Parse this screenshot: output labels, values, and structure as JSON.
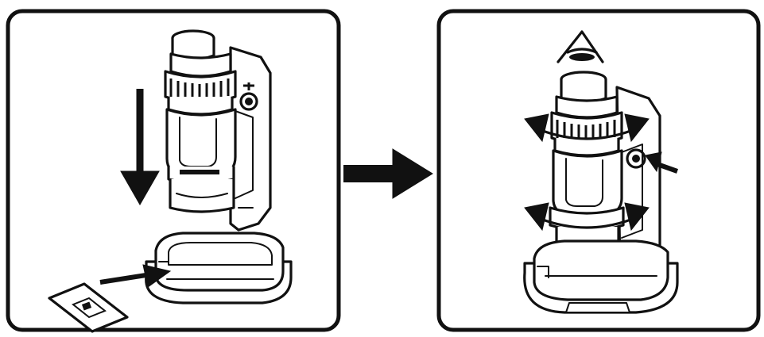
{
  "figure": {
    "panels": [
      {
        "step": "insert-slide-and-mount",
        "shows": [
          "microscope",
          "down-arrow",
          "base-stand",
          "slide",
          "insert-arrow"
        ]
      },
      {
        "step": "adjust-focus",
        "shows": [
          "microscope-on-base",
          "light-icon",
          "rotation-arrows",
          "button-pointer"
        ]
      }
    ],
    "connector": "right-arrow",
    "colors": {
      "ink": "#111111",
      "paper": "#ffffff"
    },
    "icons": [
      "down-arrow-icon",
      "right-arrow-icon",
      "light-icon",
      "rotate-arrows-icon",
      "pointer-arrow-icon"
    ]
  }
}
